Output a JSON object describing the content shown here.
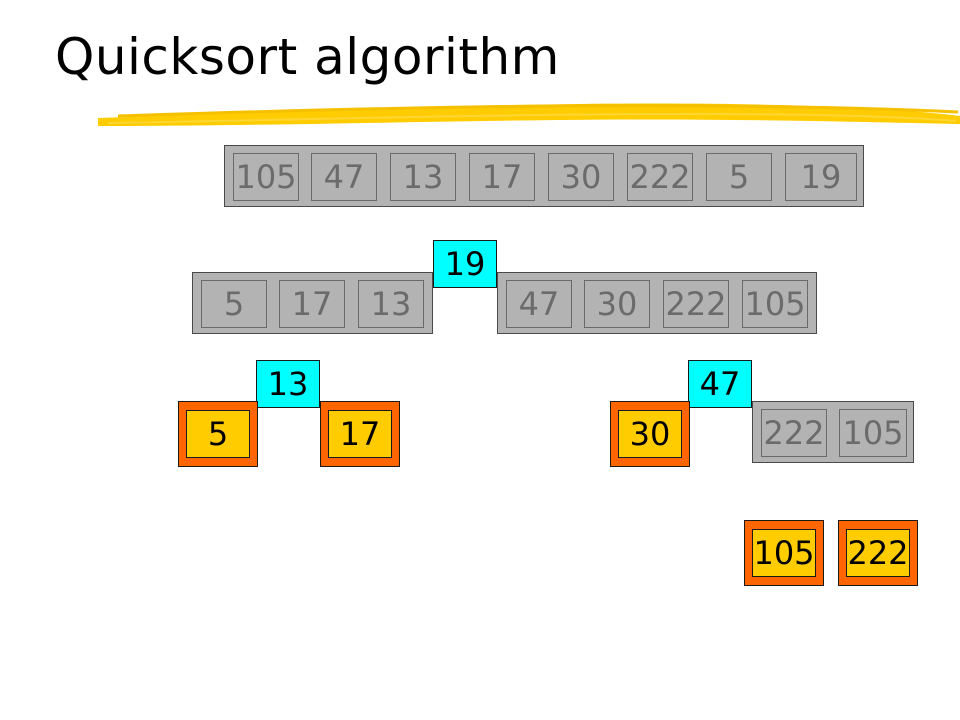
{
  "title": "Quicksort algorithm",
  "colors": {
    "title_underline": "#ffcc00",
    "unsorted_gray": "#b3b3b3",
    "pivot_cyan": "#00ffff",
    "sorted_gold": "#ffcc00",
    "sorted_frame_orange": "#ff6600"
  },
  "levels": {
    "level_0": {
      "array": [
        "105",
        "47",
        "13",
        "17",
        "30",
        "222",
        "5",
        "19"
      ]
    },
    "level_1": {
      "pivot": "19",
      "left": [
        "5",
        "17",
        "13"
      ],
      "right": [
        "47",
        "30",
        "222",
        "105"
      ]
    },
    "level_2": {
      "left_pivot": "13",
      "left_sorted": [
        "5",
        "17"
      ],
      "right_pivot": "47",
      "right_sorted": [
        "30"
      ],
      "right_unsorted": [
        "222",
        "105"
      ]
    },
    "level_3": {
      "sorted": [
        "105",
        "222"
      ]
    }
  }
}
